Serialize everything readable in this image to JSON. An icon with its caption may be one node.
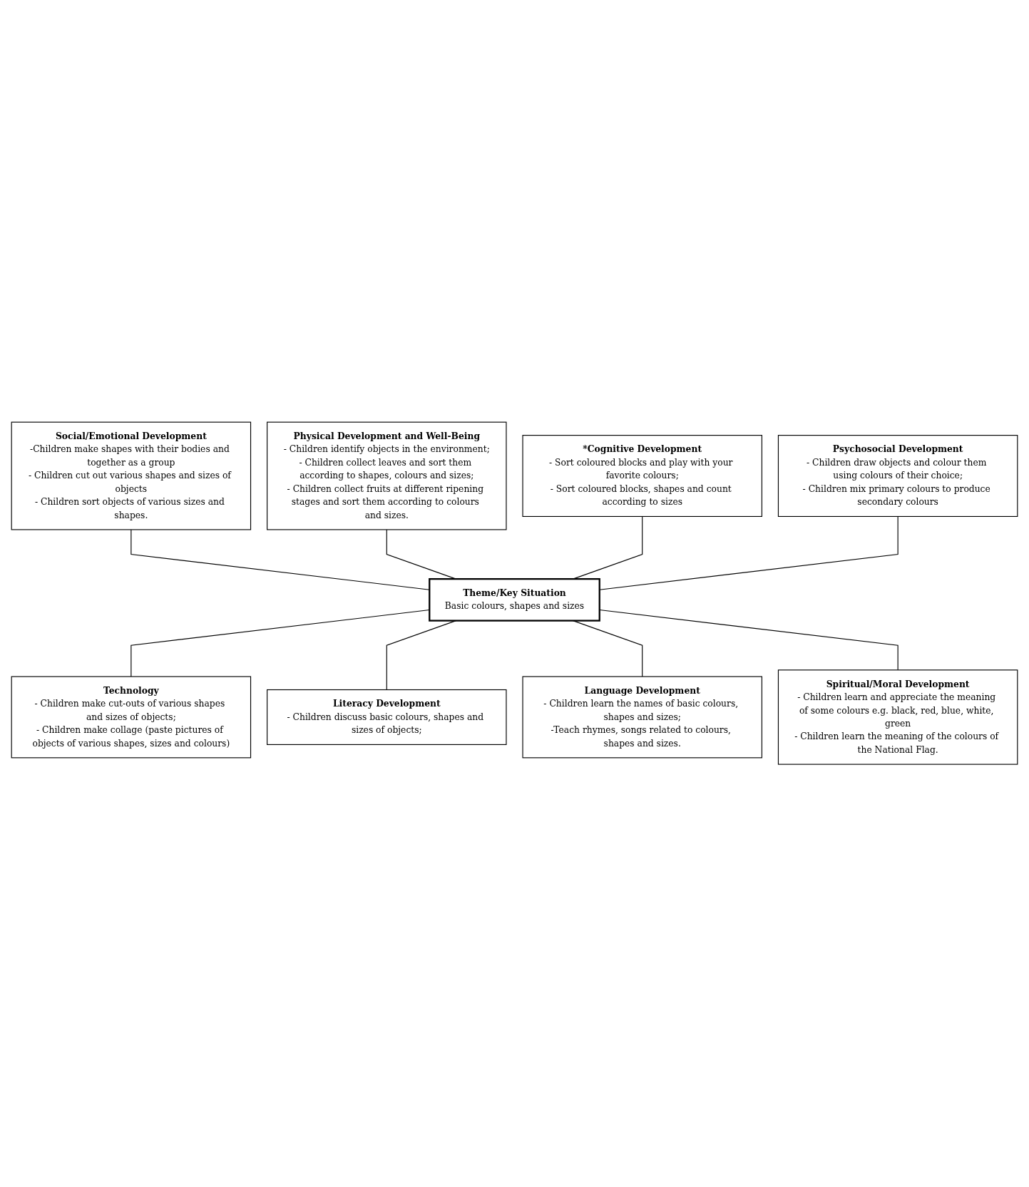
{
  "diagram": {
    "nodes": [
      {
        "text": [
          "Social/Emotional Development",
          "-Children make shapes with their bodies and together as a group",
          "- Children cut out various shapes and sizes of objects",
          "- Children sort objects of various sizes and shapes."
        ]
      },
      {
        "text": [
          "Physical Development and Well-Being",
          "- Children identify objects in the environment;",
          "- Children collect leaves and sort them according to shapes, colours and sizes;",
          "- Children collect fruits at different ripening stages and sort them according to colours and sizes."
        ]
      },
      {
        "text": [
          "*Cognitive Development",
          "- Sort coloured blocks and play with your favorite colours;",
          "- Sort coloured blocks, shapes and count according to sizes"
        ]
      },
      {
        "text": [
          "Psychosocial Development",
          "- Children draw objects and colour them using colours of their choice;",
          "- Children mix primary colours to produce secondary colours"
        ]
      },
      {
        "text": [
          "Theme/Key Situation",
          "Basic colours, shapes and sizes"
        ]
      },
      {
        "text": [
          "Technology",
          "- Children make cut-outs of various shapes and sizes of objects;",
          "- Children make collage (paste pictures of objects of various shapes, sizes and colours)"
        ]
      },
      {
        "text": [
          "Literacy Development",
          "- Children discuss basic colours, shapes and sizes of objects;"
        ]
      },
      {
        "text": [
          "Language Development",
          "- Children learn the names of basic colours, shapes and sizes;",
          "-Teach rhymes, songs related to colours, shapes and sizes."
        ]
      },
      {
        "text": [
          "Spiritual/Moral Development",
          "- Children learn and appreciate the meaning of some colours e.g. black, red, blue, white, green",
          "- Children learn the meaning of the colours of the National Flag."
        ]
      }
    ],
    "edges": [
      {
        "from": 0,
        "to": 4,
        "arrow": "none"
      },
      {
        "from": 1,
        "to": 4,
        "arrow": "none"
      },
      {
        "from": 2,
        "to": 4,
        "arrow": "none"
      },
      {
        "from": 3,
        "to": 4,
        "arrow": "none"
      },
      {
        "from": 4,
        "to": 5,
        "arrow": "none"
      },
      {
        "from": 4,
        "to": 6,
        "arrow": "none"
      },
      {
        "from": 4,
        "to": 7,
        "arrow": "none"
      },
      {
        "from": 4,
        "to": 8,
        "arrow": "none"
      }
    ]
  }
}
